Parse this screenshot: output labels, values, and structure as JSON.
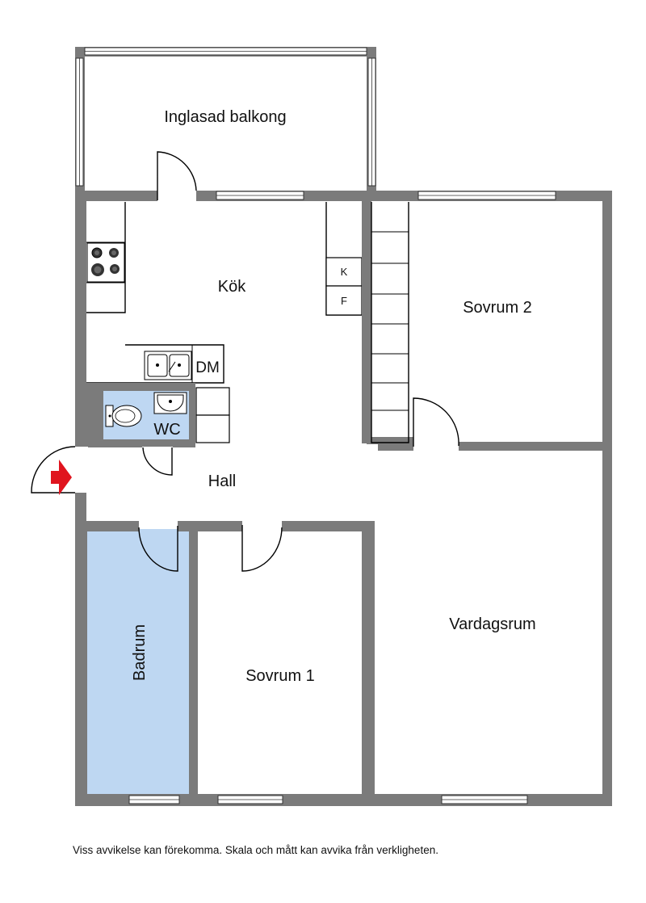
{
  "rooms": {
    "balcony": "Inglasad balkong",
    "kitchen": "Kök",
    "bedroom2": "Sovrum 2",
    "hall": "Hall",
    "livingroom": "Vardagsrum",
    "bathroom": "Badrum",
    "bedroom1": "Sovrum 1",
    "wc": "WC"
  },
  "fixtures": {
    "dishwasher": "DM",
    "fridge": "K",
    "freezer": "F"
  },
  "entrance_icon": "entrance-arrow-icon",
  "colors": {
    "wall": "#7b7b7b",
    "wet_room": "#bed7f2",
    "entrance": "#e0141e"
  },
  "disclaimer": "Viss avvikelse kan förekomma. Skala och mått kan avvika från verkligheten."
}
